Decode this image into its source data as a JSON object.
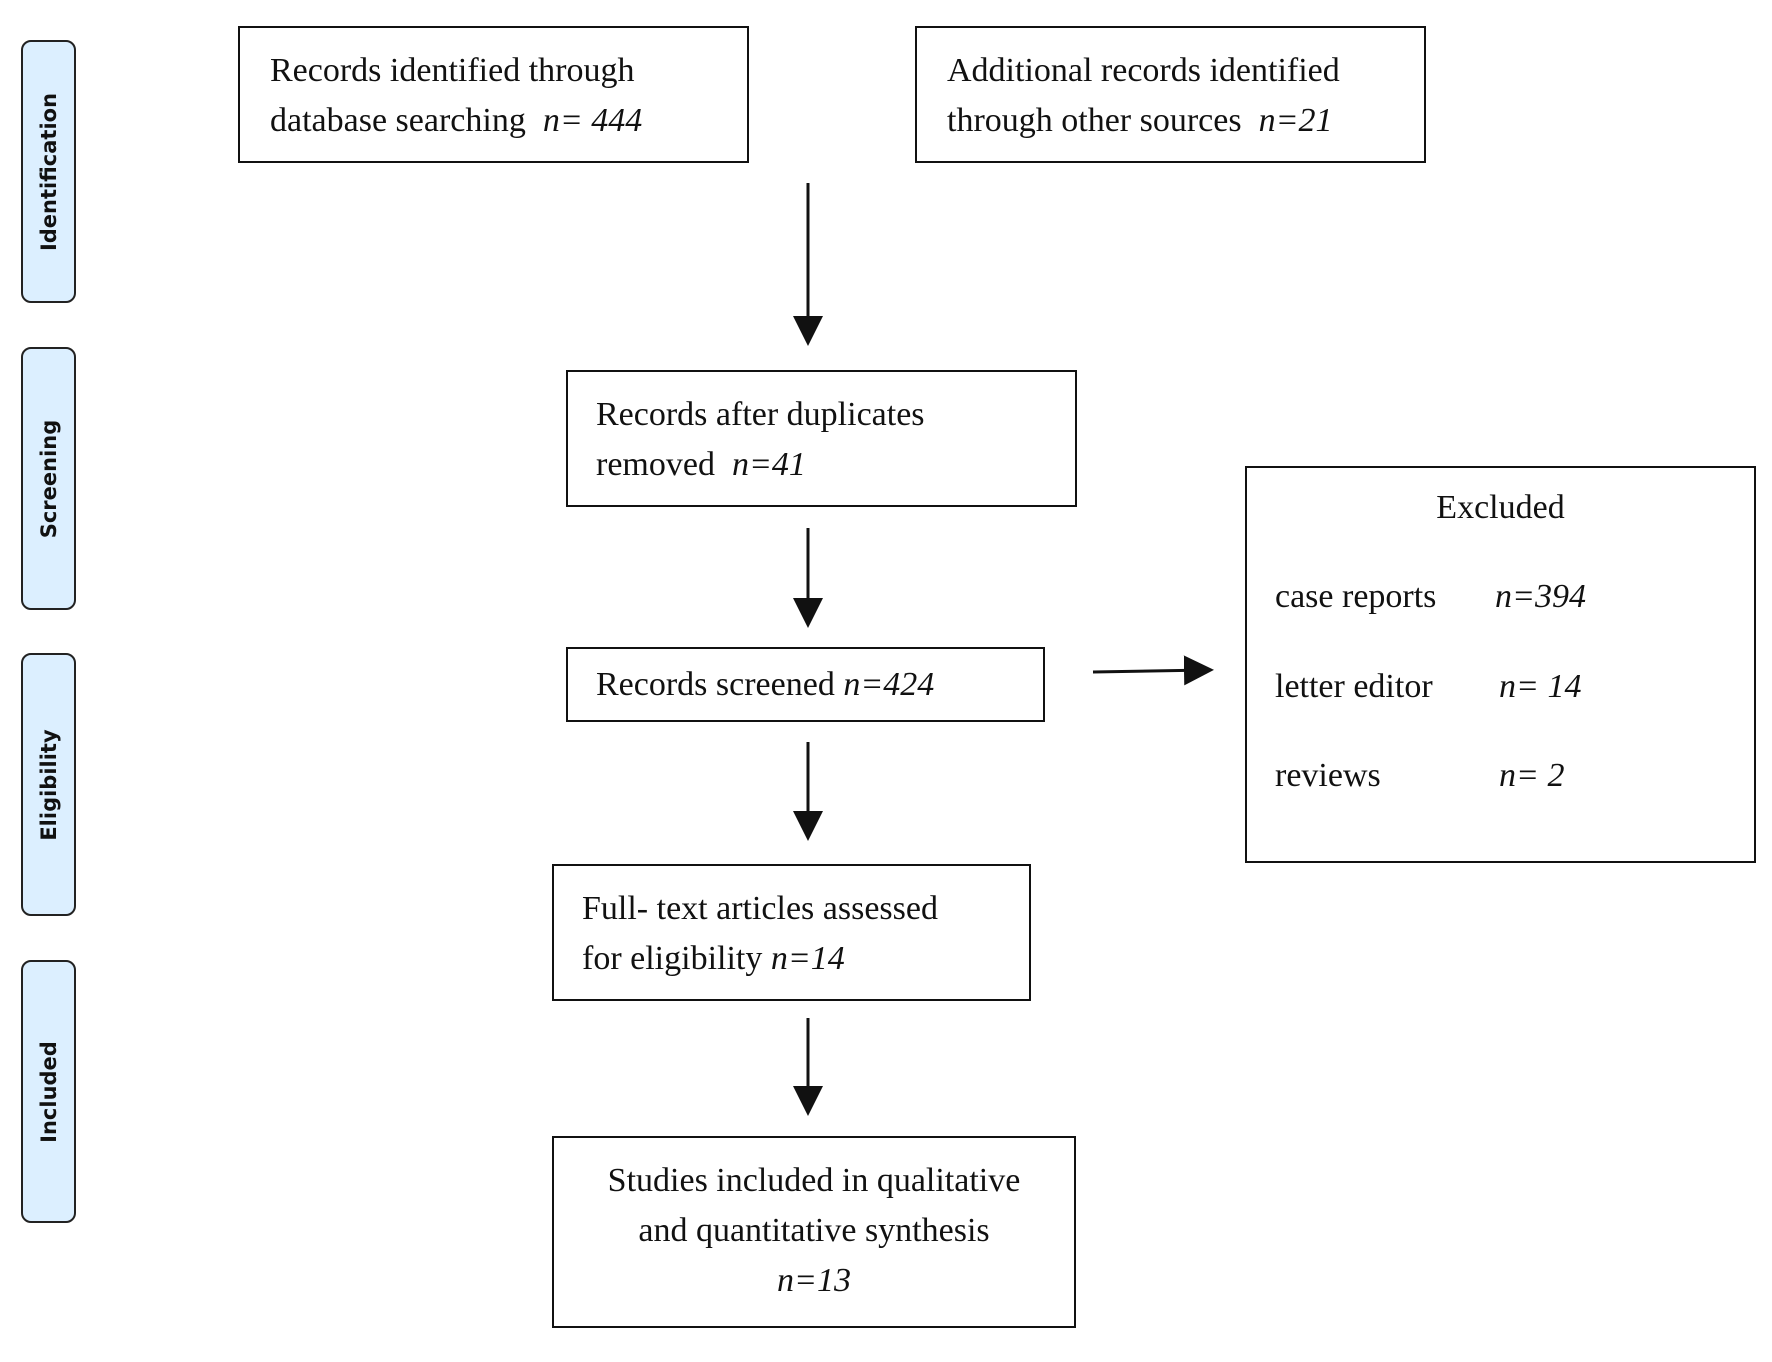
{
  "stages": [
    "Identification",
    "Screening",
    "Eligibility",
    "Included"
  ],
  "boxes": {
    "database": {
      "line1": "Records identified through",
      "line2": "database searching",
      "n": "n= 444"
    },
    "other": {
      "line1": "Additional records identified",
      "line2": "through other sources",
      "n": "n=21"
    },
    "duplicates": {
      "line1": "Records after duplicates",
      "line2": "removed",
      "n": "n=41"
    },
    "screened": {
      "text": "Records screened",
      "n": "n=424"
    },
    "fulltext": {
      "line1": "Full- text articles assessed",
      "line2": "for eligibility",
      "n": "n=14"
    },
    "included": {
      "line1": "Studies included in qualitative",
      "line2": "and quantitative synthesis",
      "n": "n=13"
    },
    "excluded": {
      "title": "Excluded",
      "items": [
        {
          "label": "case reports",
          "n": "n=394"
        },
        {
          "label": "letter editor",
          "n": "n= 14"
        },
        {
          "label": "reviews",
          "n": "n= 2"
        }
      ]
    }
  }
}
